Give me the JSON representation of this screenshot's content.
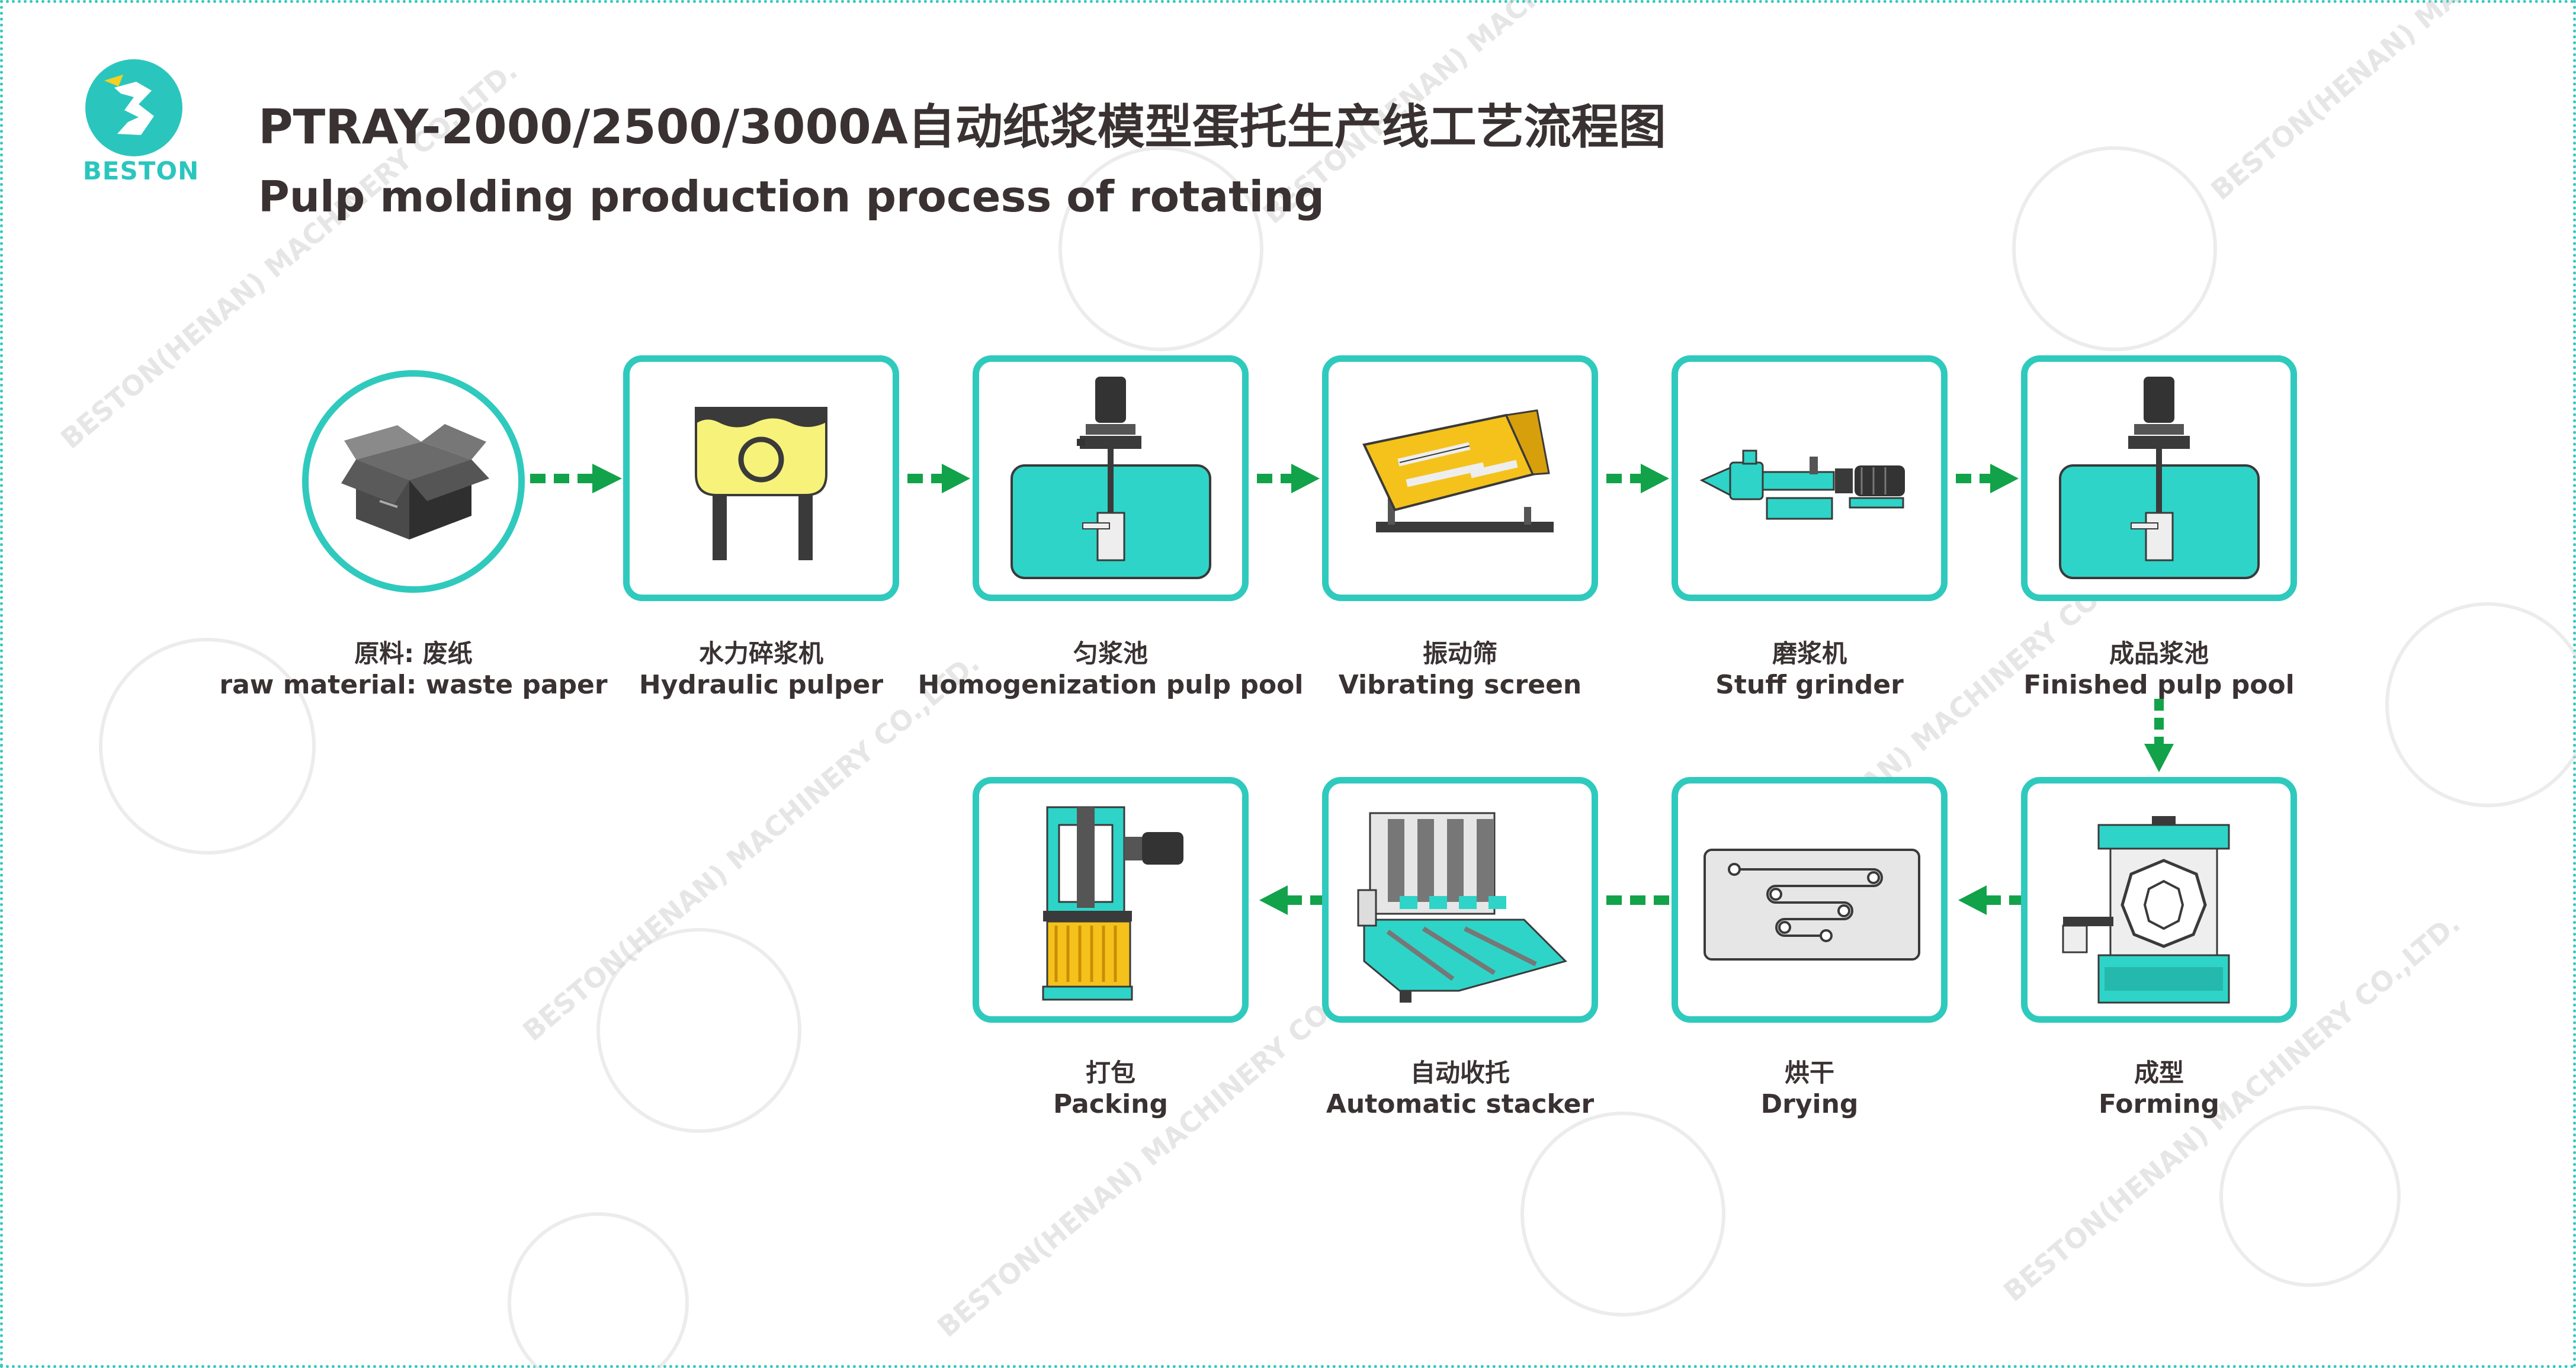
{
  "header": {
    "logo_text": "BESTON",
    "title_cn": "PTRAY-2000/2500/3000A自动纸浆模型蛋托生产线工艺流程图",
    "title_en": "Pulp molding production process of rotating"
  },
  "watermark": {
    "text": "BESTON(HENAN) MACHINERY CO.,LTD."
  },
  "steps": [
    {
      "cn": "原料: 废纸",
      "en": "raw material:  waste paper",
      "icon": "cardboard-box-icon"
    },
    {
      "cn": "水力碎浆机",
      "en": "Hydraulic pulper",
      "icon": "hydraulic-pulper-icon"
    },
    {
      "cn": "匀浆池",
      "en": "Homogenization pulp pool",
      "icon": "homogenization-pool-icon"
    },
    {
      "cn": "振动筛",
      "en": "Vibrating screen",
      "icon": "vibrating-screen-icon"
    },
    {
      "cn": "磨浆机",
      "en": "Stuff grinder",
      "icon": "stuff-grinder-icon"
    },
    {
      "cn": "成品浆池",
      "en": "Finished pulp pool",
      "icon": "finished-pulp-pool-icon"
    },
    {
      "cn": "成型",
      "en": "Forming",
      "icon": "forming-machine-icon"
    },
    {
      "cn": "烘干",
      "en": "Drying",
      "icon": "drying-line-icon"
    },
    {
      "cn": "自动收托",
      "en": "Automatic stacker",
      "icon": "automatic-stacker-icon"
    },
    {
      "cn": "打包",
      "en": "Packing",
      "icon": "packing-machine-icon"
    }
  ],
  "colors": {
    "accent_teal": "#2fcabd",
    "arrow_green": "#12a24a",
    "pulper_yellow": "#f7f27a",
    "screen_yellow": "#f5c21b",
    "dark_gray": "#3a3a3a",
    "frame_dotted": "#36c9bd"
  }
}
